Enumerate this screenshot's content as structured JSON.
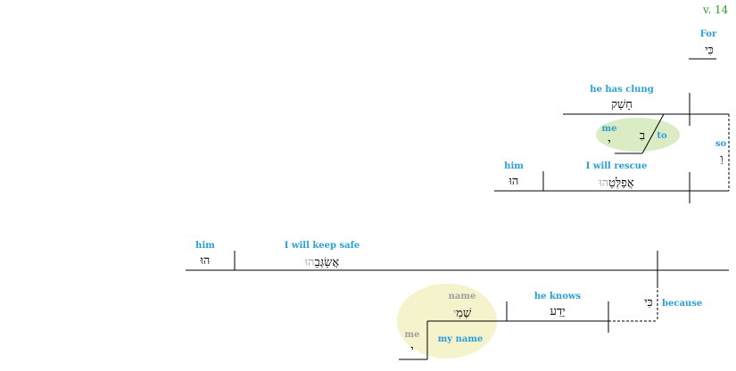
{
  "verse_label": "v. 14",
  "colors": {
    "english": "#2a9fd6",
    "hebrew": "#000000",
    "muted": "#a0a0a0",
    "verse": "#2e9b2e",
    "green_blob": "#d9ecc4",
    "yellow_blob": "#f4f3cc"
  },
  "clause1": {
    "conj_en": "For",
    "conj_heb": "כִּי",
    "verb_en": "he has clung",
    "verb_heb": "חָשַׁק",
    "prep_en": "to",
    "prep_heb": "בִ",
    "obj_en": "me",
    "obj_heb": "י",
    "so_en": "so",
    "so_heb": "וַ"
  },
  "clause2": {
    "verb_en": "I will rescue",
    "verb_heb_main": "אֲפַלְּטֵ",
    "verb_heb_suffix": "הוּ",
    "obj_en": "him",
    "obj_heb": "הוּ"
  },
  "clause3": {
    "verb_en": "I will keep safe",
    "verb_heb_main": "אֲשַׂגְּבֵ",
    "verb_heb_suffix": "הוּ",
    "obj_en": "him",
    "obj_heb": "הוּ"
  },
  "clause4": {
    "conj_en": "because",
    "conj_heb": "כִּי",
    "verb_en": "he knows",
    "verb_heb": "יָדַע",
    "obj_en": "my name",
    "name_en": "name",
    "name_heb": "שְׁמִ",
    "name_suffix": "י",
    "me_en": "me",
    "me_heb": "י"
  }
}
